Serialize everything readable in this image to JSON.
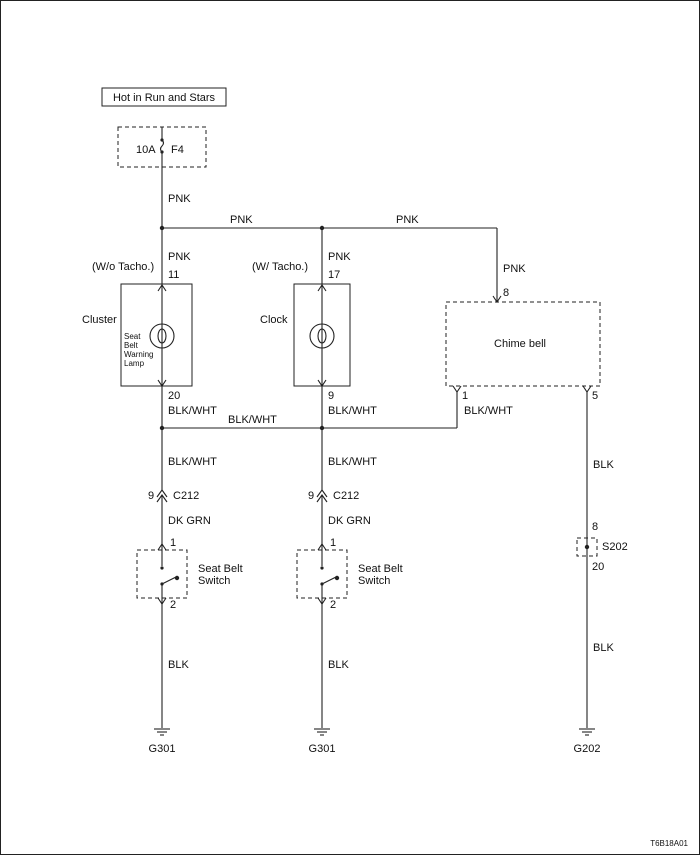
{
  "power_source": "Hot in Run and Stars",
  "fuse": {
    "rating": "10A",
    "name": "F4"
  },
  "wires": {
    "pnk": "PNK",
    "blk_wht": "BLK/WHT",
    "dk_grn": "DK GRN",
    "blk": "BLK"
  },
  "cluster": {
    "name": "Cluster",
    "variant": "(W/o Tacho.)",
    "pin_in": "11",
    "pin_out": "20",
    "lamp_label": [
      "Seat",
      "Belt",
      "Warning",
      "Lamp"
    ]
  },
  "clock": {
    "name": "Clock",
    "variant": "(W/ Tacho.)",
    "pin_in": "17",
    "pin_out": "9"
  },
  "chime": {
    "name": "Chime bell",
    "pin_in": "8",
    "pin_out1": "1",
    "pin_out2": "5"
  },
  "connector": {
    "name": "C212",
    "pin": "9"
  },
  "switch": {
    "label_line1": "Seat Belt",
    "label_line2": "Switch",
    "pin_top": "1",
    "pin_bottom": "2"
  },
  "splice": {
    "name": "S202",
    "pin_top": "8",
    "pin_bottom": "20"
  },
  "grounds": {
    "left": "G301",
    "mid": "G301",
    "right": "G202"
  },
  "figure_code": "T6B18A01"
}
